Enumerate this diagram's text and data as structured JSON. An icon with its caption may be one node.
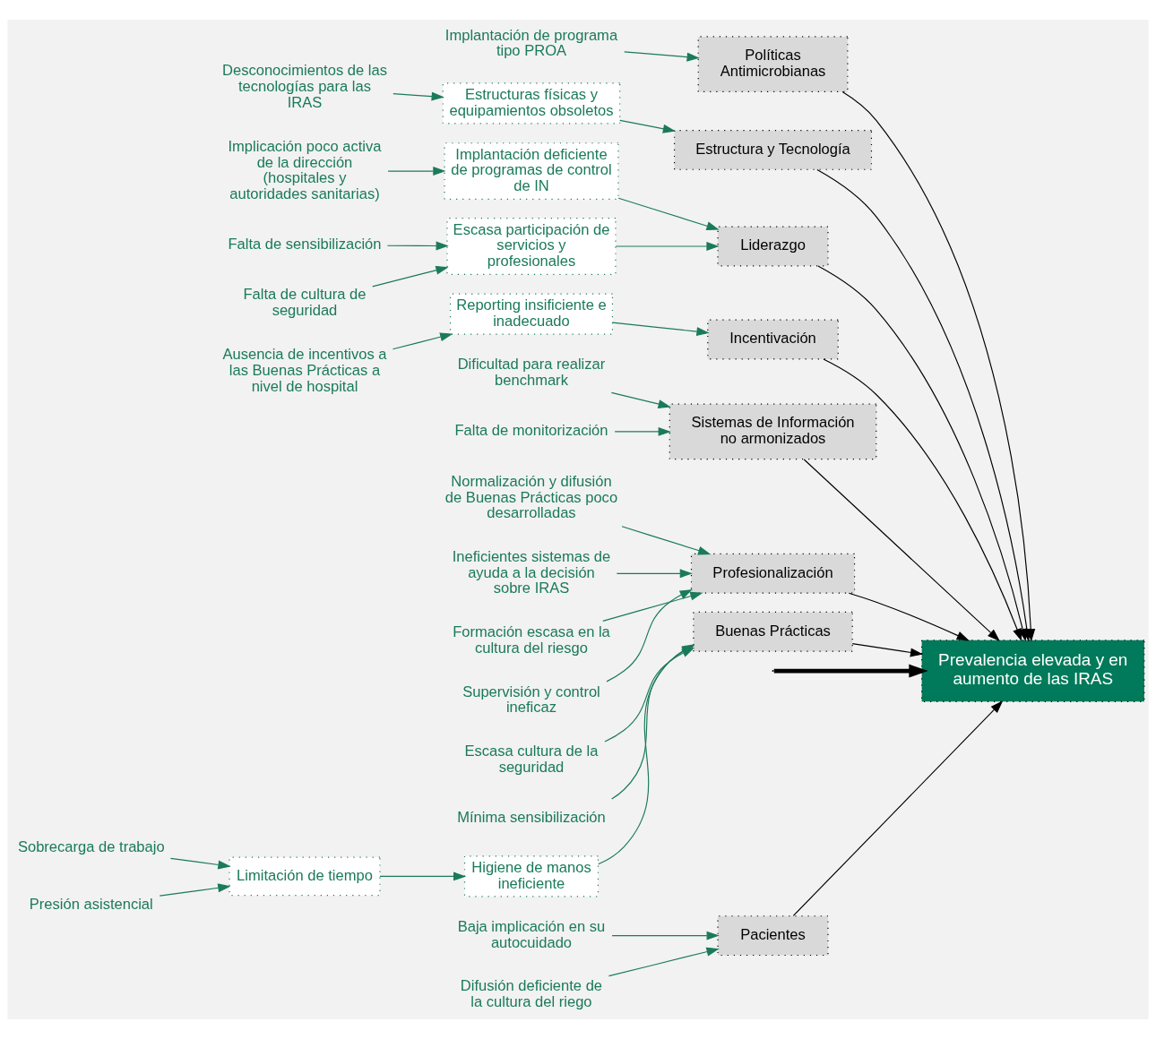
{
  "diagram": {
    "nodes": [
      {
        "text": [
          "Pacientes"
        ]
      },
      {
        "text": [
          "Políticas Antimicrobianas"
        ]
      },
      {
        "text": [
          "Estructura y Tecnología"
        ]
      },
      {
        "text": [
          "Liderazgo"
        ]
      },
      {
        "text": [
          "Implantación de programa tipo PROA"
        ]
      },
      {
        "text": [
          "Estructuras físicas y equipamientos obsoletos"
        ]
      },
      {
        "text": [
          "Implantación deficiente de programas de control de IN"
        ]
      },
      {
        "text": [
          "Escasa participación de servicios y profesionales"
        ]
      },
      {
        "text": [
          "Baja implicación en su autocuidado"
        ]
      },
      {
        "text": [
          "Falta de sensibilización"
        ]
      },
      {
        "text": [
          "Desconocimientos de las tecnologías para las IRAS"
        ]
      },
      {
        "text": [
          "Implicación poco activa de la dirección (hospitales y autoridades sanitarias)"
        ]
      },
      {
        "text": [
          "Difusión deficiente de la cultura del riego"
        ]
      },
      {
        "text": [
          "Falta de cultura de seguridad"
        ]
      },
      {
        "text": [
          "Prevalencia elevada y en aumento de las IRAS"
        ]
      },
      {
        "text": [
          "Dificultad para realizar benchmark"
        ]
      },
      {
        "text": [
          "Normalización y difusión de Buenas Prácticas poco desarrolladas"
        ]
      },
      {
        "text": [
          "Escasa cultura de la seguridad"
        ]
      },
      {
        "text": [
          "Falta de monitorización"
        ]
      },
      {
        "text": [
          "Mínima sensibilización"
        ]
      },
      {
        "text": [
          "Ineficientes sistemas de ayuda a la decisión sobre IRAS"
        ]
      },
      {
        "text": [
          "Limitación de tiempo"
        ]
      },
      {
        "text": [
          "Ausencia de incentivos a las Buenas Prácticas a nivel de hospital"
        ]
      },
      {
        "text": [
          "Sobrecarga de trabajo"
        ]
      },
      {
        "text": [
          "Formación escasa en la cultura del riesgo"
        ]
      },
      {
        "text": [
          "Presión asistencial"
        ]
      },
      {
        "text": [
          "Reporting insificiente e inadecuado"
        ]
      },
      {
        "text": [
          "Supervisión y control ineficaz"
        ]
      },
      {
        "text": [
          "Higiene de manos ineficiente"
        ]
      },
      {
        "text": [
          "Incentivación"
        ]
      },
      {
        "text": [
          "Sistemas de Información no armonizados"
        ]
      },
      {
        "text": [
          "Profesionalización"
        ]
      },
      {
        "text": [
          "Buenas Prácticas"
        ]
      }
    ],
    "edges": [
      {
        "from": null,
        "to": 14,
        "arrow": "to",
        "style": "thick",
        "color": "#000000"
      },
      {
        "from": 0,
        "to": 14,
        "arrow": "to",
        "color": "#000000"
      },
      {
        "from": 1,
        "to": 14,
        "arrow": "to",
        "color": "#000000"
      },
      {
        "from": 2,
        "to": 14,
        "arrow": "to",
        "color": "#000000"
      },
      {
        "from": 3,
        "to": 14,
        "arrow": "to",
        "color": "#000000"
      },
      {
        "from": 29,
        "to": 14,
        "arrow": "to",
        "color": "#000000"
      },
      {
        "from": 30,
        "to": 14,
        "arrow": "to",
        "color": "#000000"
      },
      {
        "from": 31,
        "to": 14,
        "arrow": "to",
        "color": "#000000"
      },
      {
        "from": 32,
        "to": 14,
        "arrow": "to",
        "color": "#000000"
      },
      {
        "from": 4,
        "to": 1,
        "arrow": "to"
      },
      {
        "from": 8,
        "to": 0,
        "arrow": "to"
      },
      {
        "from": 12,
        "to": 0,
        "arrow": "to"
      },
      {
        "from": 5,
        "to": 2,
        "arrow": "to"
      },
      {
        "from": 10,
        "to": 5,
        "arrow": "to"
      },
      {
        "from": 6,
        "to": 3,
        "arrow": "to"
      },
      {
        "from": 11,
        "to": 6,
        "arrow": "to"
      },
      {
        "from": 7,
        "to": 3,
        "arrow": "to"
      },
      {
        "from": 9,
        "to": 7,
        "arrow": "to"
      },
      {
        "from": 13,
        "to": 7,
        "arrow": "to"
      },
      {
        "from": 15,
        "to": 30,
        "arrow": "to"
      },
      {
        "from": 18,
        "to": 30,
        "arrow": "to"
      },
      {
        "from": 16,
        "to": 31,
        "arrow": "to"
      },
      {
        "from": 20,
        "to": 31,
        "arrow": "to"
      },
      {
        "from": 24,
        "to": 31,
        "arrow": "to"
      },
      {
        "from": 27,
        "to": 31,
        "arrow": "to"
      },
      {
        "from": 17,
        "to": 32,
        "arrow": "to"
      },
      {
        "from": 19,
        "to": 32,
        "arrow": "to"
      },
      {
        "from": 28,
        "to": 32,
        "arrow": "to"
      },
      {
        "from": 21,
        "to": 28,
        "arrow": "to"
      },
      {
        "from": 23,
        "to": 21,
        "arrow": "to"
      },
      {
        "from": 25,
        "to": 21,
        "arrow": "to"
      },
      {
        "from": 26,
        "to": 29,
        "arrow": "to"
      },
      {
        "from": 22,
        "to": 26,
        "arrow": "to"
      }
    ]
  }
}
